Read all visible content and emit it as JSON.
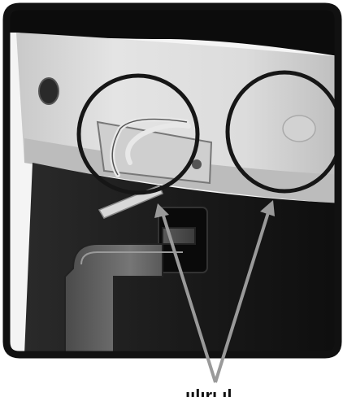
{
  "figure": {
    "subject": "product-detail-photo",
    "callouts": [
      {
        "shape": "circle",
        "target": "hose-latch-clip"
      },
      {
        "shape": "circle",
        "target": "smooth-panel-area"
      }
    ],
    "colors": {
      "frame": "#111111",
      "callout_ring": "#161616",
      "arrow": "#9a9a9a",
      "band": "#d6d6d6",
      "body": "#1c1c1c"
    },
    "caption_partial": "ıılırı ıl"
  }
}
